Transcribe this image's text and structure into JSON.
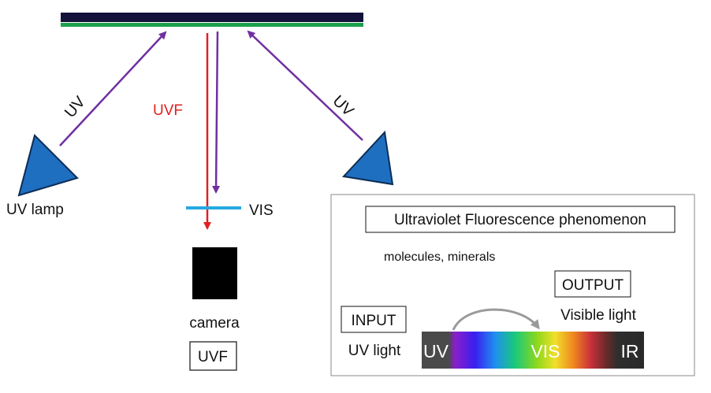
{
  "scene": {
    "beam_left_label": "UV",
    "beam_right_label": "UV",
    "fluorescence_label": "UVF",
    "filter_label": "VIS",
    "lamp_label": "UV lamp",
    "camera_label": "camera",
    "camera_tag": "UVF"
  },
  "inset": {
    "title": "Ultraviolet Fluorescence phenomenon",
    "subtitle": "molecules, minerals",
    "input_tag": "INPUT",
    "input_caption": "UV light",
    "output_tag": "OUTPUT",
    "output_caption": "Visible light",
    "spectrum": {
      "uv": "UV",
      "vis": "VIS",
      "ir": "IR"
    }
  },
  "colors": {
    "surface_top": "#12123a",
    "surface_bottom": "#1aa04b",
    "uv_beam": "#7030a0",
    "fluorescence_beam": "#e02020",
    "filter": "#27a9e1",
    "lamp_fill": "#1f6fc0",
    "lamp_stroke": "#0b2d57",
    "uvf_text": "#e02020"
  },
  "icons": [
    "uv-lamp-icon",
    "uv-lamp-icon",
    "camera-icon",
    "curved-arrow-icon"
  ]
}
